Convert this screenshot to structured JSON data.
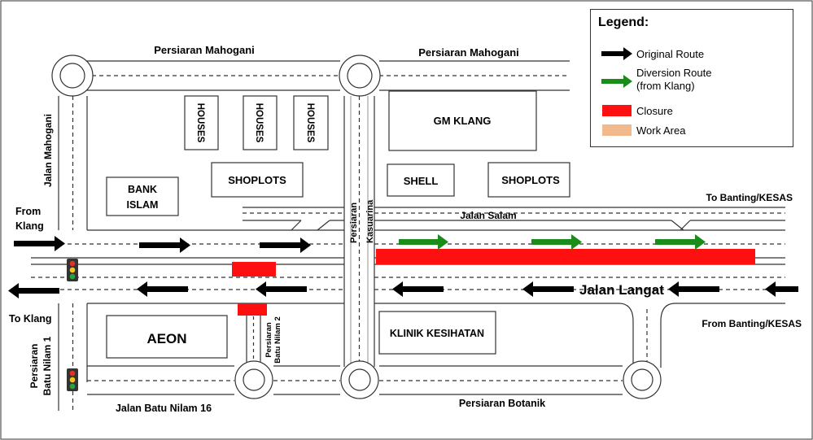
{
  "legend": {
    "title": "Legend:",
    "original_route": "Original Route",
    "diversion_route_line1": "Diversion Route",
    "diversion_route_line2": "(from Klang)",
    "closure": "Closure",
    "work_area": "Work Area"
  },
  "colors": {
    "original": "#000000",
    "diversion": "#1a8c1a",
    "closure": "#ff1010",
    "work_area": "#f2b98c",
    "road_line": "#333333"
  },
  "roads": {
    "mahogani_left": "Persiaran Mahogani",
    "mahogani_right": "Persiaran Mahogani",
    "jalan_mahogani": "Jalan Mahogani",
    "kasuarina": "Persiaran Kasuarina",
    "kasuarina_line1": "Persiaran",
    "kasuarina_line2": "Kasuarina",
    "jalan_salam": "Jalan Salam",
    "jalan_langat": "Jalan Langat",
    "batu_nilam_1_line1": "Persiaran",
    "batu_nilam_1_line2": "Batu Nilam 1",
    "batu_nilam_2_line1": "Persiaran",
    "batu_nilam_2_line2": "Batu Nilam 2",
    "botanik": "Persiaran Botanik",
    "batu_nilam_16": "Jalan Batu Nilam 16"
  },
  "directions": {
    "from_klang_line1": "From",
    "from_klang_line2": "Klang",
    "to_klang": "To Klang",
    "to_banting": "To Banting/KESAS",
    "from_banting": "From Banting/KESAS"
  },
  "places": {
    "houses_1": "HOUSES",
    "houses_2": "HOUSES",
    "houses_3": "HOUSES",
    "gm_klang": "GM KLANG",
    "shoplots_left": "SHOPLOTS",
    "shoplots_right": "SHOPLOTS",
    "shell": "SHELL",
    "bank_islam_line1": "BANK",
    "bank_islam_line2": "ISLAM",
    "aeon": "AEON",
    "klinik": "KLINIK KESIHATAN"
  }
}
